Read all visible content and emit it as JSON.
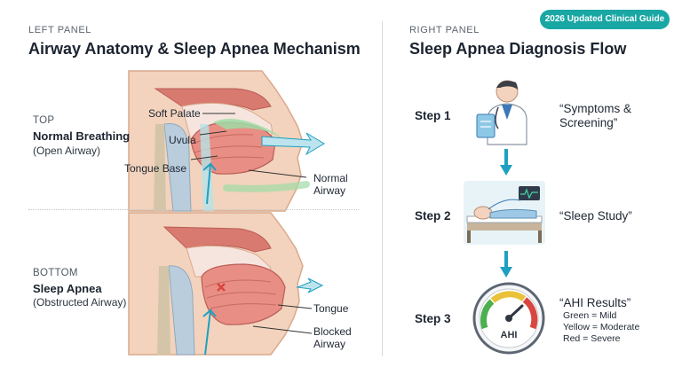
{
  "badge": "2026 Updated Clinical Guide",
  "left_panel": {
    "tag": "LEFT PANEL",
    "title": "Airway Anatomy & Sleep Apnea Mechanism",
    "top": {
      "label": "TOP",
      "title": "Normal Breathing",
      "subtitle": "(Open Airway)",
      "annotations": {
        "soft_palate": "Soft Palate",
        "uvula": "Uvula",
        "tongue_base": "Tongue Base",
        "normal_airway_1": "Normal",
        "normal_airway_2": "Airway"
      }
    },
    "bottom": {
      "label": "BOTTOM",
      "title": "Sleep Apnea",
      "subtitle": "(Obstructed Airway)",
      "annotations": {
        "tongue": "Tongue",
        "blocked_airway_1": "Blocked",
        "blocked_airway_2": "Airway"
      }
    }
  },
  "right_panel": {
    "tag": "RIGHT PANEL",
    "title": "Sleep Apnea Diagnosis Flow",
    "steps": [
      {
        "label": "Step 1",
        "text_1": "“Symptoms &",
        "text_2": "Screening”",
        "icon": "doctor-icon"
      },
      {
        "label": "Step 2",
        "text_1": "“Sleep Study”",
        "icon": "sleep-study-icon"
      },
      {
        "label": "Step 3",
        "text_1": "“AHI Results”",
        "icon": "ahi-gauge-icon",
        "gauge_label": "AHI"
      }
    ],
    "legend": [
      "Green = Mild",
      "Yellow = Moderate",
      "Red = Severe"
    ]
  },
  "colors": {
    "accent": "#19a7a4",
    "arrow": "#1fa0c0",
    "skin": "#f3d3bd",
    "tissue": "#d97a70",
    "airway_open": "#9fdca6",
    "gauge_green": "#4cb050",
    "gauge_yellow": "#e9c23a",
    "gauge_red": "#d9463f"
  }
}
